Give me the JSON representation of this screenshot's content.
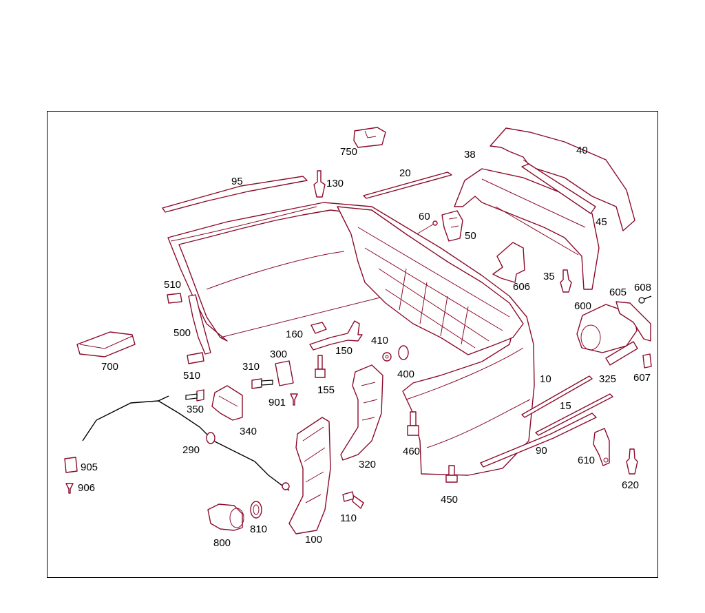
{
  "diagram": {
    "labels": [
      {
        "id": "p750",
        "text": "750"
      },
      {
        "id": "p40",
        "text": "40"
      },
      {
        "id": "p38",
        "text": "38"
      },
      {
        "id": "p20",
        "text": "20"
      },
      {
        "id": "p95",
        "text": "95"
      },
      {
        "id": "p130",
        "text": "130"
      },
      {
        "id": "p60",
        "text": "60"
      },
      {
        "id": "p50",
        "text": "50"
      },
      {
        "id": "p45",
        "text": "45"
      },
      {
        "id": "p606",
        "text": "606"
      },
      {
        "id": "p35",
        "text": "35"
      },
      {
        "id": "p605",
        "text": "605"
      },
      {
        "id": "p608",
        "text": "608"
      },
      {
        "id": "p600",
        "text": "600"
      },
      {
        "id": "p510a",
        "text": "510"
      },
      {
        "id": "p500",
        "text": "500"
      },
      {
        "id": "p510b",
        "text": "510"
      },
      {
        "id": "p700",
        "text": "700"
      },
      {
        "id": "p160",
        "text": "160"
      },
      {
        "id": "p150",
        "text": "150"
      },
      {
        "id": "p410",
        "text": "410"
      },
      {
        "id": "p400",
        "text": "400"
      },
      {
        "id": "p300",
        "text": "300"
      },
      {
        "id": "p310",
        "text": "310"
      },
      {
        "id": "p901",
        "text": "901"
      },
      {
        "id": "p155",
        "text": "155"
      },
      {
        "id": "p325",
        "text": "325"
      },
      {
        "id": "p607",
        "text": "607"
      },
      {
        "id": "p10",
        "text": "10"
      },
      {
        "id": "p15",
        "text": "15"
      },
      {
        "id": "p350",
        "text": "350"
      },
      {
        "id": "p340",
        "text": "340"
      },
      {
        "id": "p290",
        "text": "290"
      },
      {
        "id": "p320",
        "text": "320"
      },
      {
        "id": "p460",
        "text": "460"
      },
      {
        "id": "p90",
        "text": "90"
      },
      {
        "id": "p610",
        "text": "610"
      },
      {
        "id": "p620",
        "text": "620"
      },
      {
        "id": "p905",
        "text": "905"
      },
      {
        "id": "p906",
        "text": "906"
      },
      {
        "id": "p450",
        "text": "450"
      },
      {
        "id": "p110",
        "text": "110"
      },
      {
        "id": "p810",
        "text": "810"
      },
      {
        "id": "p800",
        "text": "800"
      },
      {
        "id": "p100",
        "text": "100"
      }
    ]
  }
}
